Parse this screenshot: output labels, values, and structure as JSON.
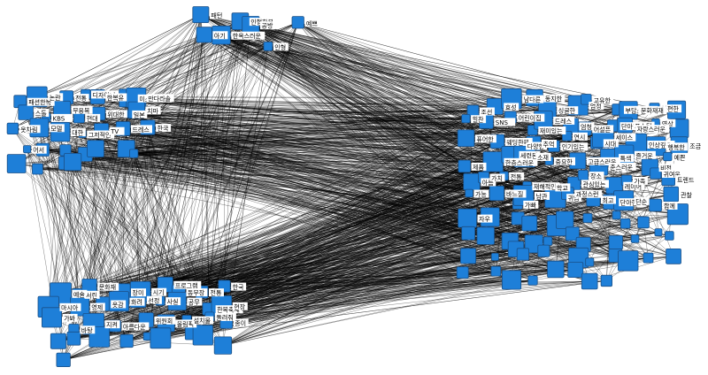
{
  "network": {
    "node_color": "#1e7fd8",
    "edge_color": "#000000",
    "clusters": [
      {
        "id": "top",
        "labels": [
          "패턴",
          "인형한복",
          "공방",
          "예쁘",
          "아기",
          "한옥스러운",
          "인형"
        ]
      },
      {
        "id": "left",
        "labels": [
          "패션한복",
          "논란",
          "전통",
          "디자이너",
          "한복유",
          "미스코리아",
          "만다라솔",
          "스톨",
          "KBS",
          "무용복",
          "현대",
          "위대한",
          "일본",
          "치마",
          "옷차림",
          "모델",
          "대한",
          "그저적인",
          "TV",
          "드레스",
          "한국",
          "어서"
        ]
      },
      {
        "id": "bottom",
        "labels": [
          "예술",
          "서린",
          "문화재",
          "장미",
          "시기",
          "프로그램",
          "동무장",
          "전통",
          "한국",
          "마시아",
          "영제",
          "옷감",
          "화려",
          "선정",
          "사실",
          "공무",
          "한복축제",
          "현장",
          "가봐",
          "바탕",
          "지켜",
          "아름다운",
          "위원회",
          "올림픽",
          "설치물",
          "돌려줘",
          "종이"
        ]
      },
      {
        "id": "right",
        "labels": [
          "조선",
          "효성",
          "남다른",
          "동지한",
          "싱글한",
          "엄청",
          "고유한",
          "부담스러운",
          "원덕",
          "불편한",
          "문화재재",
          "힐찬",
          "SNS",
          "어린이집",
          "재미있는",
          "드레스",
          "엄청",
          "어설픈",
          "단아한",
          "포스팅",
          "영상",
          "자랑스러운",
          "퓨어한",
          "웨딩한복",
          "다양한",
          "추억",
          "인기있는",
          "연시",
          "시대",
          "세이스",
          "인상깊은",
          "행복한",
          "조금",
          "제품",
          "한층스러운",
          "세련된",
          "소재",
          "중요한",
          "고급스러운",
          "춘스러운",
          "특색",
          "즐거운",
          "비전",
          "예쁜",
          "아름",
          "가치",
          "전통",
          "재해적인",
          "학교",
          "관심있는",
          "장소",
          "레이어",
          "가족",
          "귀여운",
          "트렌드",
          "가능",
          "바느질",
          "가빠",
          "남관",
          "귀엽",
          "과정스런",
          "최고",
          "단아한",
          "단순",
          "함께",
          "관찰",
          "자우"
        ]
      }
    ]
  }
}
